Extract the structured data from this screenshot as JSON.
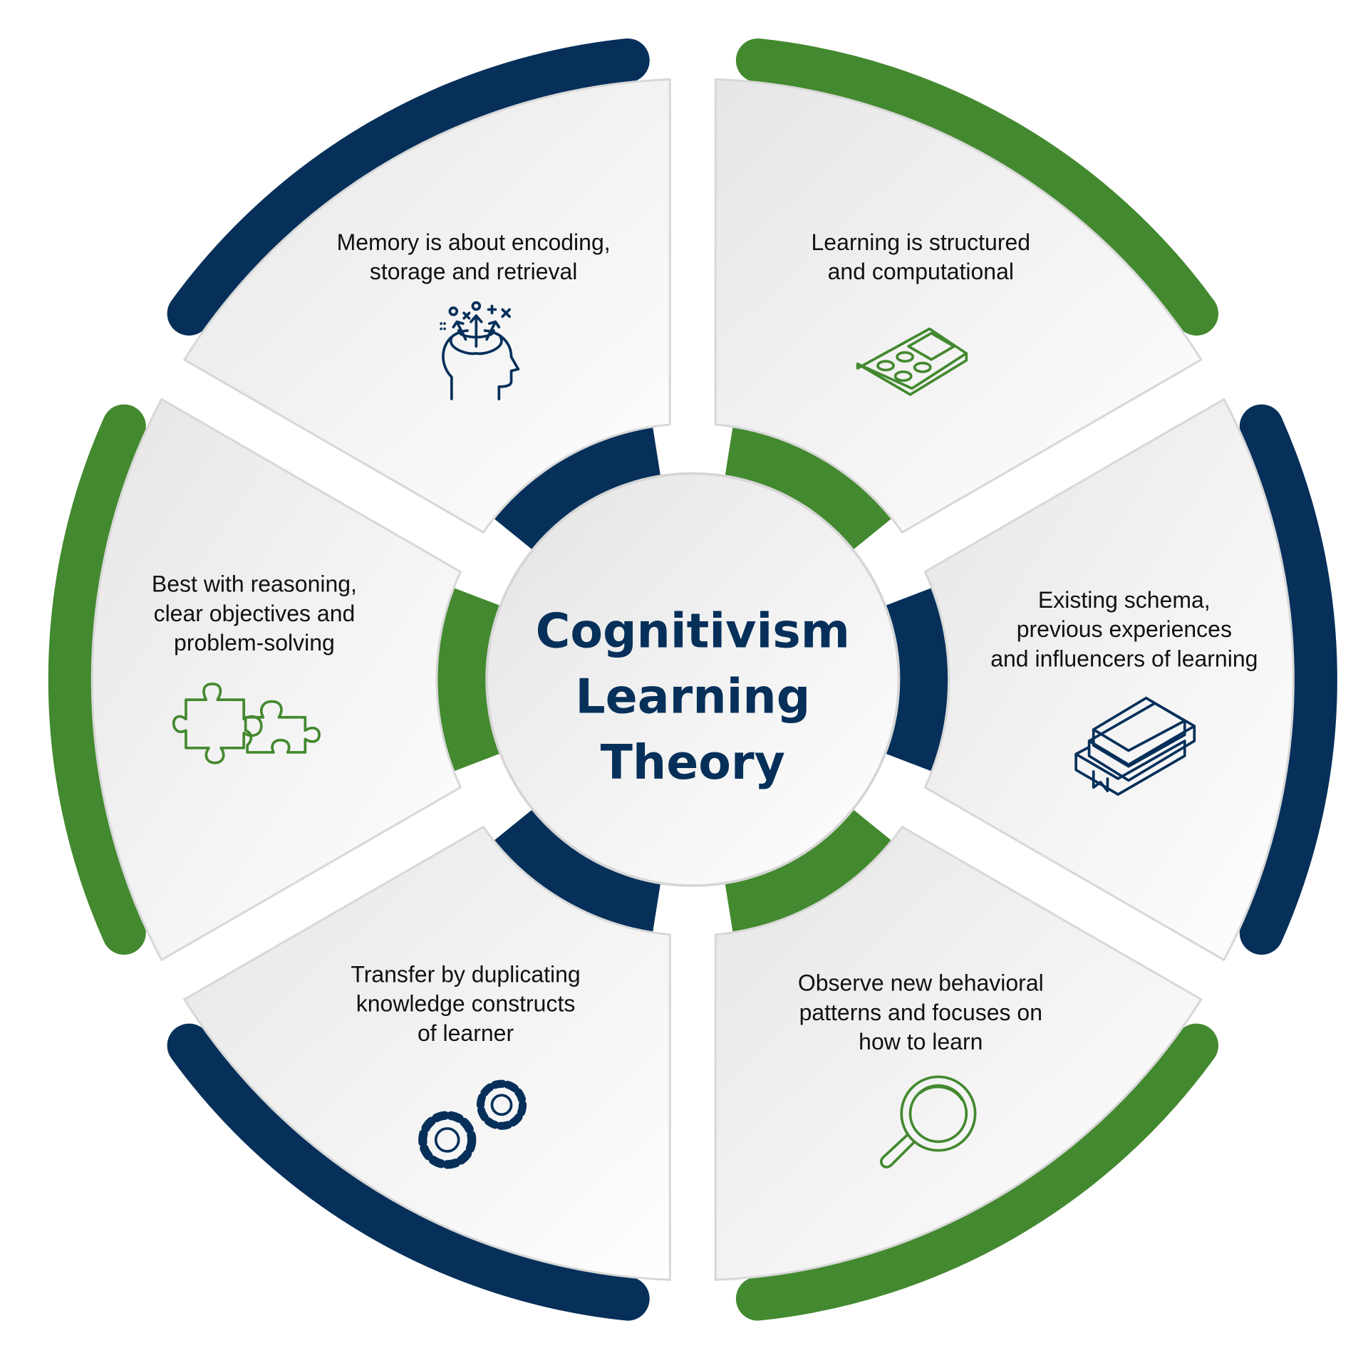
{
  "title": {
    "lines": [
      "Cognitivism",
      "Learning",
      "Theory"
    ],
    "color": "#06305a"
  },
  "colors": {
    "navy": "#06305a",
    "green": "#43892f",
    "card_border": "#d8d8d8",
    "text": "#111111"
  },
  "segments": [
    {
      "position": "top-left",
      "color": "navy",
      "icon": "head-brain-icon",
      "lines": [
        "Memory is about encoding,",
        "storage and retrieval"
      ]
    },
    {
      "position": "top-right",
      "color": "green",
      "icon": "calculator-icon",
      "lines": [
        "Learning is structured",
        "and computational"
      ]
    },
    {
      "position": "right",
      "color": "navy",
      "icon": "books-icon",
      "lines": [
        "Existing schema,",
        "previous experiences",
        "and influencers of learning"
      ]
    },
    {
      "position": "bottom-right",
      "color": "green",
      "icon": "magnifier-icon",
      "lines": [
        "Observe new behavioral",
        "patterns and focuses on",
        "how to learn"
      ]
    },
    {
      "position": "bottom-left",
      "color": "navy",
      "icon": "gears-icon",
      "lines": [
        "Transfer by duplicating",
        "knowledge constructs",
        "of learner"
      ]
    },
    {
      "position": "left",
      "color": "green",
      "icon": "puzzle-icon",
      "lines": [
        "Best with reasoning,",
        "clear objectives and",
        "problem-solving"
      ]
    }
  ]
}
